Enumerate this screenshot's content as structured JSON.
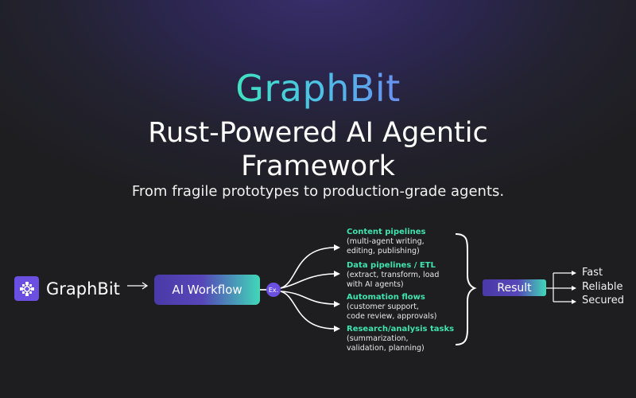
{
  "hero": {
    "brand": "GraphBit",
    "headline_line1": "Rust-Powered AI Agentic",
    "headline_line2": "Framework",
    "subtitle": "From fragile prototypes to production-grade agents."
  },
  "colors": {
    "accent_purple": "#6a4fe0",
    "accent_teal": "#3fe3b0",
    "background": "#1e1e20",
    "glow": "#3a2f6e"
  },
  "flow": {
    "logo": {
      "icon": "graphbit-logo-icon",
      "label": "GraphBit"
    },
    "arrow": "→",
    "workflow_label": "AI Workflow",
    "ex_label": "Ex.",
    "use_cases": [
      {
        "title": "Content pipelines",
        "desc_line1": "(multi-agent writing,",
        "desc_line2": "editing, publishing)"
      },
      {
        "title": "Data pipelines / ETL",
        "desc_line1": "(extract, transform, load",
        "desc_line2": "with AI agents)"
      },
      {
        "title": "Automation flows",
        "desc_line1": "(customer support,",
        "desc_line2": "code review, approvals)"
      },
      {
        "title": "Research/analysis tasks",
        "desc_line1": "(summarization,",
        "desc_line2": "validation, planning)"
      }
    ],
    "result_label": "Result",
    "outcomes": [
      "Fast",
      "Reliable",
      "Secured"
    ]
  }
}
